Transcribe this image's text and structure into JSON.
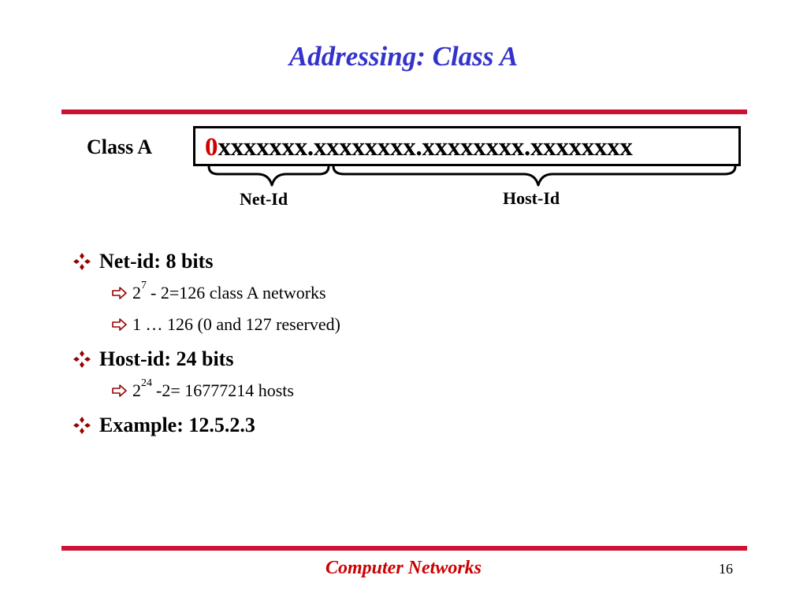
{
  "slide": {
    "title": "Addressing: Class A"
  },
  "diagram": {
    "class_label": "Class A",
    "address_lead": "0",
    "address_rest": "xxxxxxx.xxxxxxxx.xxxxxxxx.xxxxxxxx",
    "netid_label": "Net-Id",
    "hostid_label": "Host-Id"
  },
  "bullets": {
    "item1": {
      "text": "Net-id: 8 bits",
      "sub1": {
        "base": "2",
        "exp": "7",
        "rest": "- 2=126 class A networks"
      },
      "sub2": {
        "text": "1 … 126 (0 and 127 reserved)"
      }
    },
    "item2": {
      "text": "Host-id: 24 bits",
      "sub1": {
        "base": "2",
        "exp": "24",
        "rest": "-2= 16777214 hosts"
      }
    },
    "item3": {
      "text": "Example: 12.5.2.3"
    }
  },
  "footer": {
    "title": "Computer Networks",
    "page_number": "16"
  },
  "colors": {
    "title": "#3333cc",
    "rule": "#cc1133",
    "bullet_marker": "#990000",
    "address_lead": "#cc0000",
    "footer": "#cc0000"
  },
  "icons": {
    "bullet_level1": "diamond-cluster-icon",
    "bullet_level2": "outline-right-arrow-icon"
  }
}
